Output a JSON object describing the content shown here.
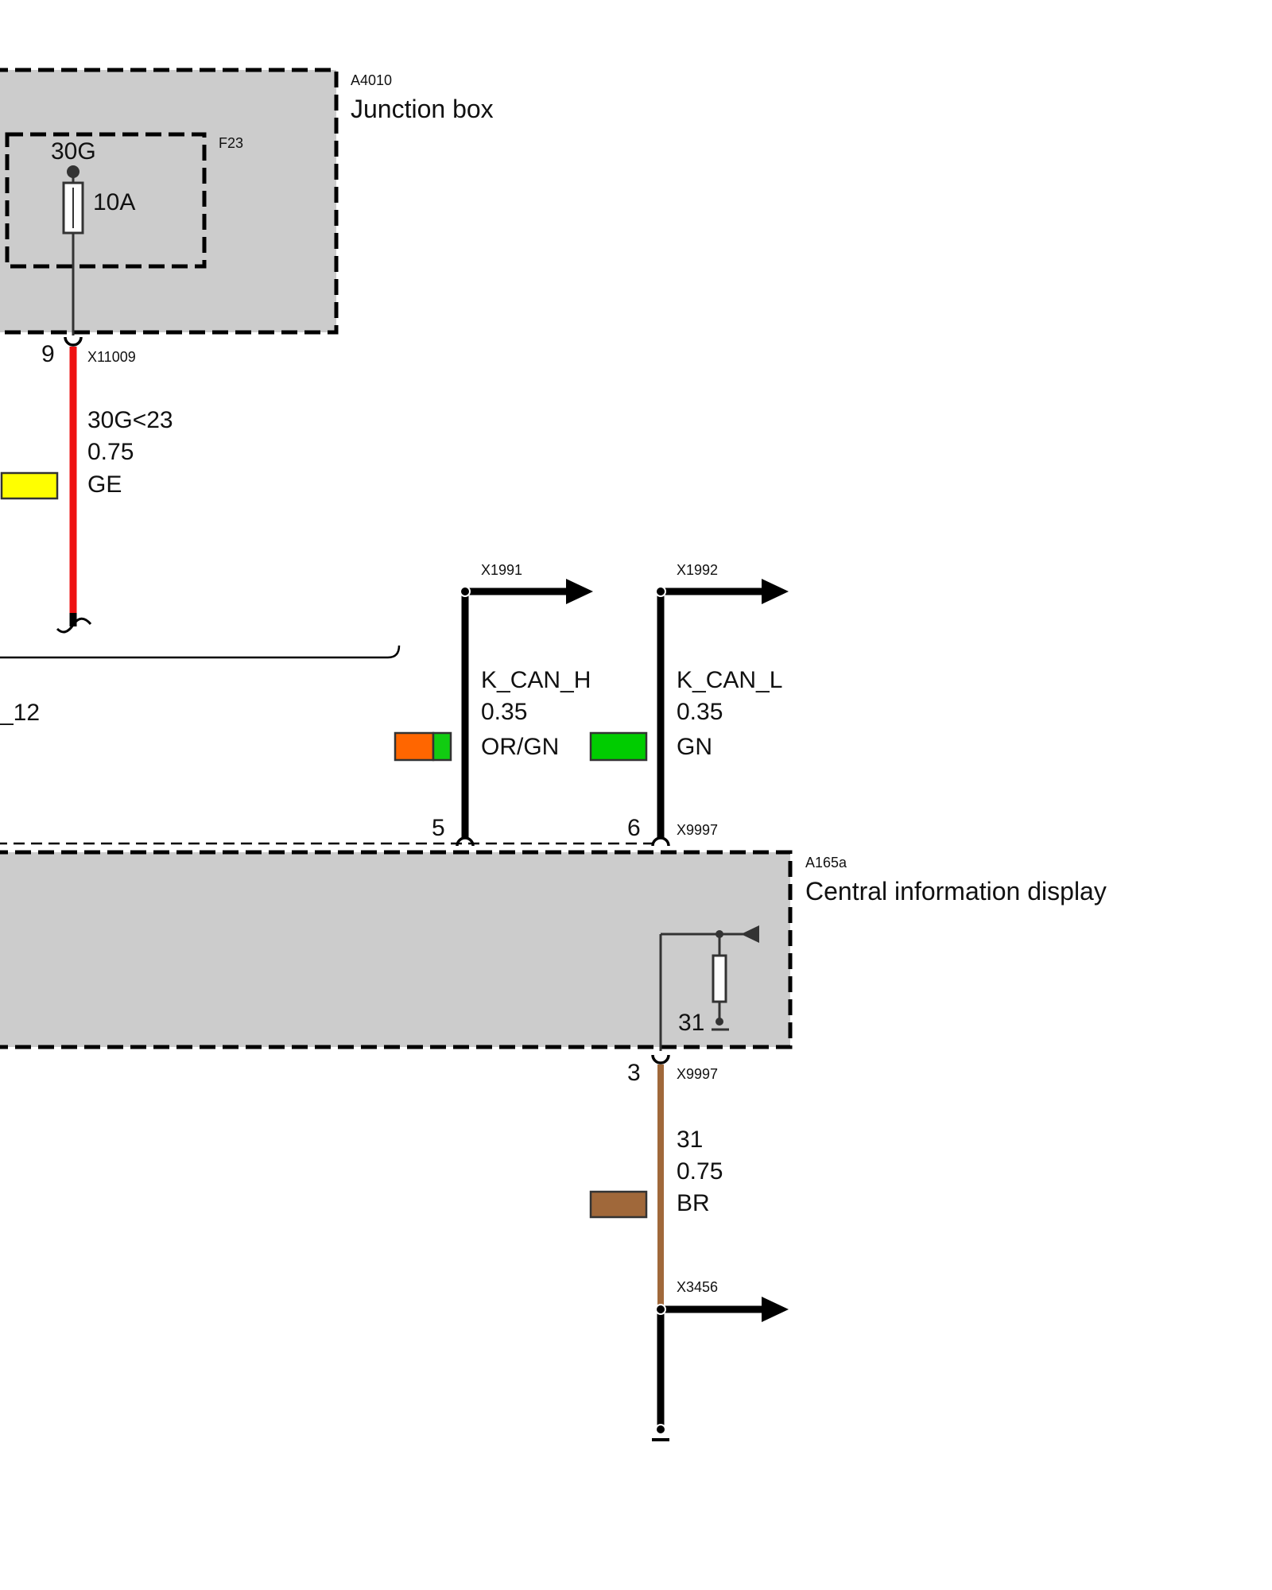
{
  "junction_box": {
    "id": "A4010",
    "name": "Junction box",
    "fuse_id": "F23",
    "fuse_terminal": "30G",
    "fuse_rating": "10A",
    "pin": "9",
    "connector": "X11009"
  },
  "wire_30g": {
    "signal": "30G<23",
    "size": "0.75",
    "color_code": "GE",
    "color": "#ffff00",
    "wire_color": "#ee1111"
  },
  "cut_label": "_12",
  "wire_can_h": {
    "connector": "X1991",
    "signal": "K_CAN_H",
    "size": "0.35",
    "color_code": "OR/GN",
    "color_a": "#ff6600",
    "color_b": "#11cc11",
    "pin": "5"
  },
  "wire_can_l": {
    "connector": "X1992",
    "signal": "K_CAN_L",
    "size": "0.35",
    "color_code": "GN",
    "color": "#00cc00",
    "pin": "6"
  },
  "cid": {
    "id": "A165a",
    "name": "Central information display",
    "connector_top": "X9997",
    "ground_terminal": "31",
    "pin_bottom": "3",
    "connector_bottom": "X9997"
  },
  "wire_ground": {
    "signal": "31",
    "size": "0.75",
    "color_code": "BR",
    "color": "#a0683a",
    "connector": "X3456"
  }
}
